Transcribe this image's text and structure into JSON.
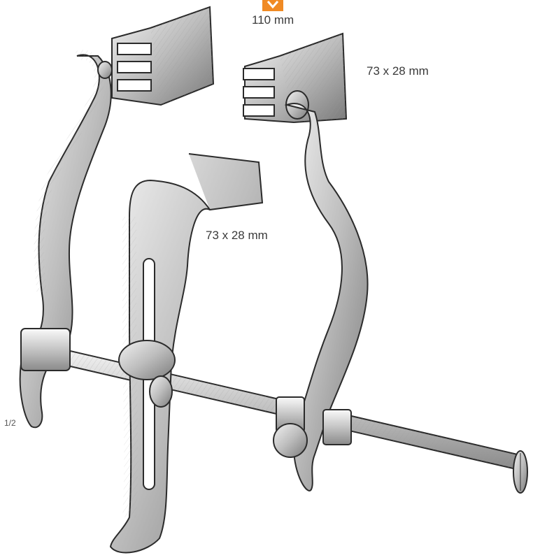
{
  "labels": {
    "overall_length": "110 mm",
    "side_blade_size": "73 x 28 mm",
    "center_blade_size": "73 x 28 mm",
    "scale": "1/2"
  },
  "colors": {
    "brand_orange": "#f08a24",
    "steel_light": "#e6e6e6",
    "steel_mid": "#b9b9b9",
    "steel_dark": "#555555",
    "outline": "#2b2b2b"
  },
  "icons": {
    "logo": "brand-chevron-logo"
  }
}
